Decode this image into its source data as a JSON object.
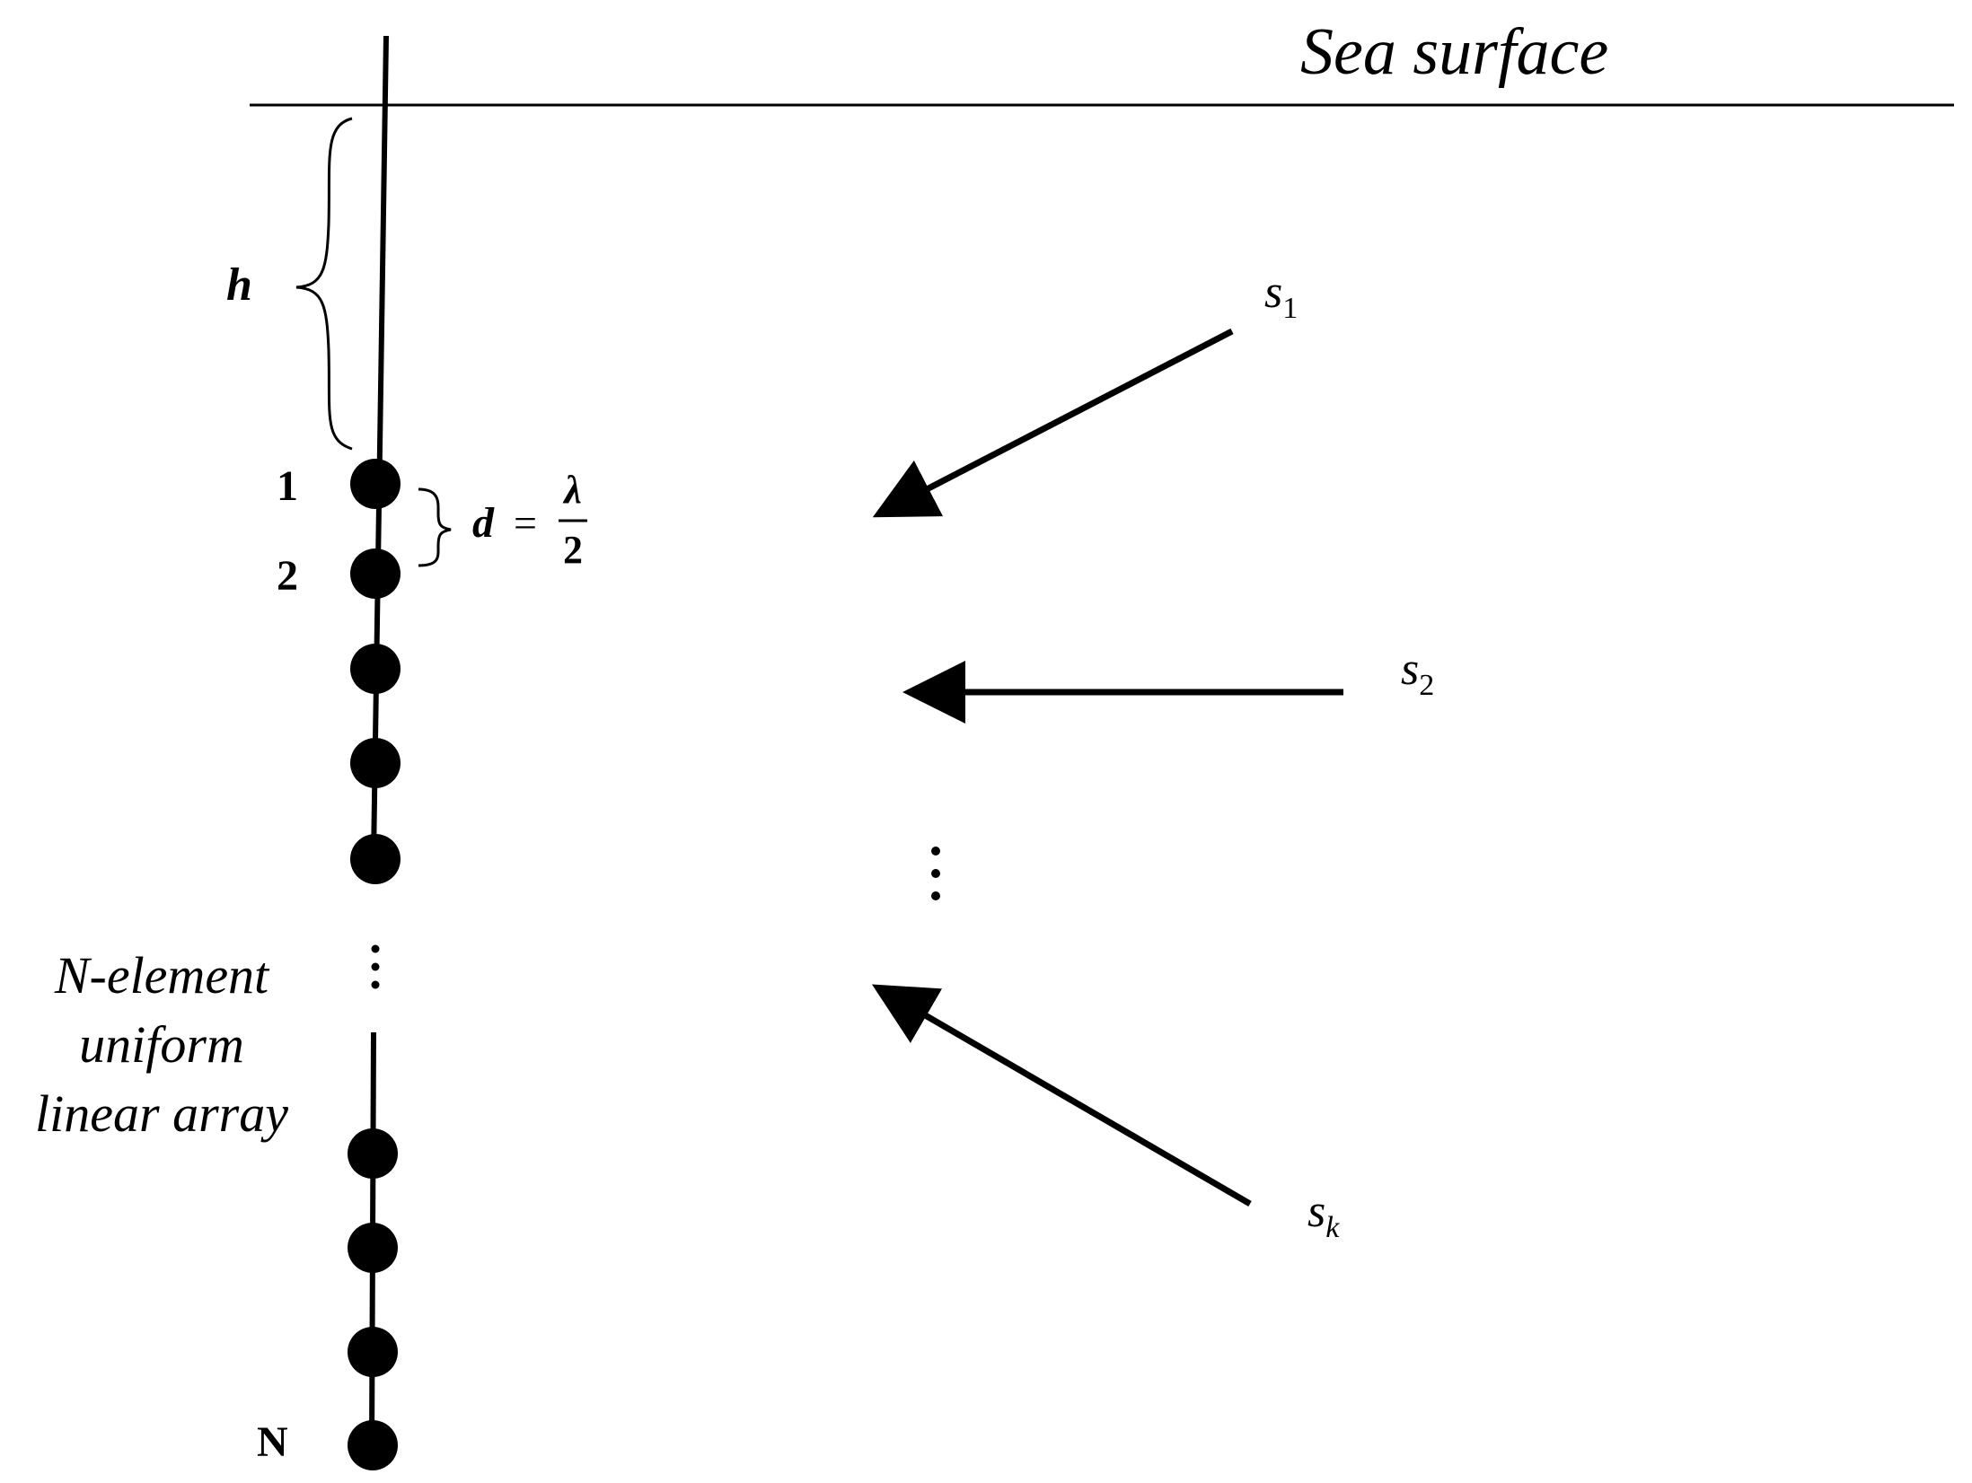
{
  "labels": {
    "sea_surface": "Sea surface",
    "depth": "h",
    "element_first": "1",
    "element_second": "2",
    "element_last": "N",
    "spacing_var": "d",
    "spacing_eq": "=",
    "spacing_num": "λ",
    "spacing_den": "2",
    "array_caption": [
      "N-element",
      "uniform",
      "linear array"
    ],
    "source_1_base": "s",
    "source_1_sub": "1",
    "source_2_base": "s",
    "source_2_sub": "2",
    "source_k_base": "s",
    "source_k_sub": "k"
  }
}
